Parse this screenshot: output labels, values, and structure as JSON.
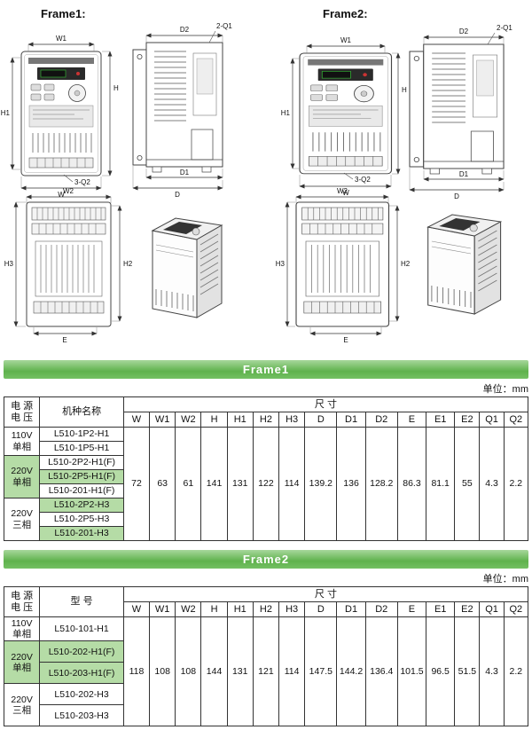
{
  "drawings": {
    "frame1_label": "Frame1:",
    "frame2_label": "Frame2:",
    "labels": {
      "w": "W",
      "w1": "W1",
      "w2": "W2",
      "h": "H",
      "h1": "H1",
      "h2": "H2",
      "h3": "H3",
      "d": "D",
      "d1": "D1",
      "d2": "D2",
      "e": "E",
      "q1": "2-Q1",
      "q2": "3-Q2"
    }
  },
  "table1": {
    "banner": "Frame1",
    "unit": "单位：mm",
    "header": {
      "power_l1": "电 源",
      "power_l2": "电 压",
      "model": "机种名称",
      "dims": "尺  寸",
      "cols": [
        "W",
        "W1",
        "W2",
        "H",
        "H1",
        "H2",
        "H3",
        "D",
        "D1",
        "D2",
        "E",
        "E1",
        "E2",
        "Q1",
        "Q2"
      ]
    },
    "groups": [
      {
        "l1": "110V",
        "l2": "单相"
      },
      {
        "l1": "220V",
        "l2": "单相"
      },
      {
        "l1": "220V",
        "l2": "三相"
      }
    ],
    "rows": [
      {
        "model": "L510-1P2-H1"
      },
      {
        "model": "L510-1P5-H1"
      },
      {
        "model": "L510-2P2-H1(F)"
      },
      {
        "model": "L510-2P5-H1(F)"
      },
      {
        "model": "L510-201-H1(F)"
      },
      {
        "model": "L510-2P2-H3"
      },
      {
        "model": "L510-2P5-H3"
      },
      {
        "model": "L510-201-H3"
      }
    ],
    "values": [
      "72",
      "63",
      "61",
      "141",
      "131",
      "122",
      "114",
      "139.2",
      "136",
      "128.2",
      "86.3",
      "81.1",
      "55",
      "4.3",
      "2.2"
    ]
  },
  "table2": {
    "banner": "Frame2",
    "unit": "单位：mm",
    "header": {
      "power_l1": "电 源",
      "power_l2": "电 压",
      "model": "型  号",
      "dims": "尺  寸",
      "cols": [
        "W",
        "W1",
        "W2",
        "H",
        "H1",
        "H2",
        "H3",
        "D",
        "D1",
        "D2",
        "E",
        "E1",
        "E2",
        "Q1",
        "Q2"
      ]
    },
    "groups": [
      {
        "l1": "110V",
        "l2": "单相"
      },
      {
        "l1": "220V",
        "l2": "单相"
      },
      {
        "l1": "220V",
        "l2": "三相"
      }
    ],
    "rows": [
      {
        "model": "L510-101-H1"
      },
      {
        "model": "L510-202-H1(F)"
      },
      {
        "model": "L510-203-H1(F)"
      },
      {
        "model": "L510-202-H3"
      },
      {
        "model": "L510-203-H3"
      }
    ],
    "values": [
      "118",
      "108",
      "108",
      "144",
      "131",
      "121",
      "114",
      "147.5",
      "144.2",
      "136.4",
      "101.5",
      "96.5",
      "51.5",
      "4.3",
      "2.2"
    ]
  }
}
